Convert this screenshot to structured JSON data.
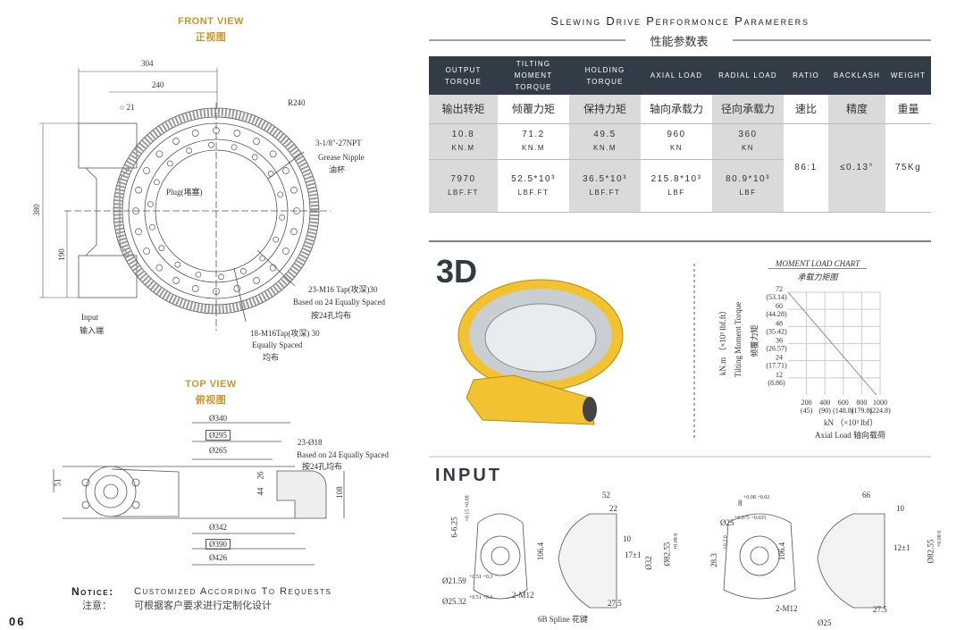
{
  "front_view": {
    "title": "FRONT VIEW",
    "title_cn": "正视图",
    "dims": [
      "304",
      "240",
      "○ 21",
      "380",
      "190",
      "R240"
    ],
    "labels": {
      "npt": "3-1/8\"-27NPT",
      "grease": "Grease Nipple",
      "grease_cn": "油杯",
      "plug": "Plug(堵塞)",
      "tap23": "23-M16 Tap(攻深)30",
      "based24": "Based on 24 Equally Spaced",
      "based24_cn": "按24孔均布",
      "tap18": "18-M16Tap(攻深) 30",
      "equal": "Equally Spaced",
      "equal_cn": "均布",
      "input": "Input",
      "input_cn": "输入端"
    }
  },
  "top_view": {
    "title": "TOP VIEW",
    "title_cn": "俯视图",
    "dims": {
      "d340": "Ø340",
      "d295": "Ø295",
      "d265": "Ø265",
      "d342": "Ø342",
      "d390": "Ø390",
      "d426": "Ø426",
      "h51": "51",
      "h26": "26",
      "h44": "44",
      "h108": "108"
    },
    "labels": {
      "holes": "23-Ø18",
      "based": "Based on 24 Equally Spaced",
      "based_cn": "按24孔均布"
    }
  },
  "notice": {
    "label": "Notice:",
    "text": "Customized According To Requests",
    "label_cn": "注意：",
    "text_cn": "可根据客户要求进行定制化设计"
  },
  "page_number": "06",
  "performance": {
    "title": "Slewing Drive Performonce Paramerers",
    "title_cn": "性能参数表",
    "headers": [
      "Output Torque",
      "Tilting Moment Torque",
      "Holding Torque",
      "Axial Load",
      "Radial Load",
      "Ratio",
      "Backlash",
      "Weight"
    ],
    "headers_cn": [
      "输出转矩",
      "倾覆力矩",
      "保持力矩",
      "轴向承载力",
      "径向承载力",
      "速比",
      "精度",
      "重量"
    ],
    "metric": [
      [
        "10.8",
        "kN.m"
      ],
      [
        "71.2",
        "kN.m"
      ],
      [
        "49.5",
        "kN.m"
      ],
      [
        "960",
        "kN"
      ],
      [
        "360",
        "kN"
      ]
    ],
    "imperial": [
      [
        "7970",
        "lbf.ft"
      ],
      [
        "52.5*10³",
        "lbf.ft"
      ],
      [
        "36.5*10³",
        "lbf.ft"
      ],
      [
        "215.8*10³",
        "lbf"
      ],
      [
        "80.9*10³",
        "lbf"
      ]
    ],
    "ratio": "86:1",
    "backlash": "≤0.13°",
    "weight": "75Kg"
  },
  "section_3d": "3D",
  "section_input": "INPUT",
  "chart_data": {
    "type": "line",
    "title": "MOMENT LOAD CHART",
    "subtitle": "承载力矩图",
    "ylabel": "kN.m （×10³ lbf.ft）",
    "ylabel2": "Tilting Moment Torque",
    "ylabel_cn": "倾覆力矩",
    "xlabel": "kN （×10³ lbf）",
    "xlabel2": "Axial Load  轴向载荷",
    "x": [
      0,
      960
    ],
    "y": [
      72,
      0
    ],
    "xlim": [
      0,
      1000
    ],
    "ylim": [
      0,
      72
    ],
    "xticks": [
      200,
      400,
      600,
      800,
      1000
    ],
    "xticks2": [
      "(45)",
      "(90)",
      "(148.8)",
      "(179.8)",
      "(224.8)"
    ],
    "yticks": [
      12,
      24,
      36,
      48,
      60,
      72
    ],
    "yticks2": [
      "(8.86)",
      "(17.71)",
      "(26.57)",
      "(35.42)",
      "(44.28)",
      "(53.14)"
    ],
    "grid": true
  },
  "input": {
    "left": {
      "d1": "6-6.25",
      "d1tol": "+0.15 +0.08",
      "d2": "Ø21.59",
      "d2tol": "+0.51 +0.3",
      "d3": "Ø25.32",
      "d3tol": "+0.51 +0.3",
      "m12": "2-M12",
      "h": "106.4",
      "w52": "52",
      "w22": "22",
      "w10": "10",
      "s17": "17±1",
      "d32": "Ø32",
      "d82": "Ø82.55",
      "d82tol": "+0.08 0",
      "w27": "27.5",
      "caption": "6B Spline 花键"
    },
    "right": {
      "k8": "8",
      "k8tol": "+0.08 +0.02",
      "d25": "Ø25",
      "d25tol": "+0.075 +0.025",
      "h28": "28.3",
      "h28tol": "+0.2 0",
      "m12": "2-M12",
      "h": "106.4",
      "w66": "66",
      "w10": "10",
      "s12": "12±1",
      "d82": "Ø82.55",
      "d82tol": "+0.08 0",
      "w27": "27.5",
      "caption": "Ø25"
    }
  },
  "colors": {
    "gold": "#c8962a",
    "header": "#323c46",
    "shade": "#dadada",
    "yellow": "#f2c230"
  }
}
